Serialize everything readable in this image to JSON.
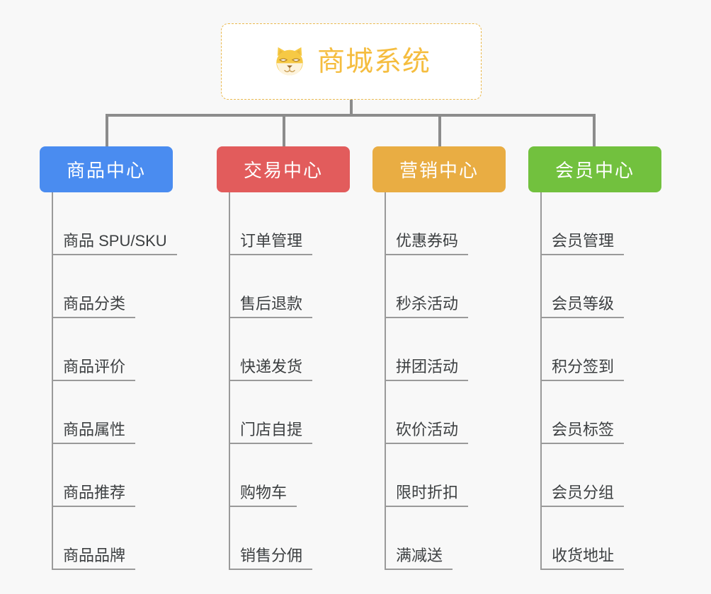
{
  "diagram": {
    "title": "商城系统",
    "background_color": "#f8f8f8",
    "connector_color": "#8c8c8c",
    "root": {
      "label": "商城系统",
      "icon": "shiba-dog-face-icon",
      "border_color": "#eab94e",
      "text_color": "#f5bd3f",
      "background_color": "#ffffff"
    },
    "columns": [
      {
        "id": "product-center",
        "label": "商品中心",
        "color": "#4a8cf0",
        "items": [
          {
            "label": "商品 SPU/SKU"
          },
          {
            "label": "商品分类"
          },
          {
            "label": "商品评价"
          },
          {
            "label": "商品属性"
          },
          {
            "label": "商品推荐"
          },
          {
            "label": "商品品牌"
          }
        ]
      },
      {
        "id": "trade-center",
        "label": "交易中心",
        "color": "#e25c5c",
        "items": [
          {
            "label": "订单管理"
          },
          {
            "label": "售后退款"
          },
          {
            "label": "快递发货"
          },
          {
            "label": "门店自提"
          },
          {
            "label": "购物车"
          },
          {
            "label": "销售分佣"
          }
        ]
      },
      {
        "id": "marketing-center",
        "label": "营销中心",
        "color": "#e9ad43",
        "items": [
          {
            "label": "优惠券码"
          },
          {
            "label": "秒杀活动"
          },
          {
            "label": "拼团活动"
          },
          {
            "label": "砍价活动"
          },
          {
            "label": "限时折扣"
          },
          {
            "label": "满减送"
          }
        ]
      },
      {
        "id": "member-center",
        "label": "会员中心",
        "color": "#72c13e",
        "items": [
          {
            "label": "会员管理"
          },
          {
            "label": "会员等级"
          },
          {
            "label": "积分签到"
          },
          {
            "label": "会员标签"
          },
          {
            "label": "会员分组"
          },
          {
            "label": "收货地址"
          }
        ]
      }
    ]
  }
}
